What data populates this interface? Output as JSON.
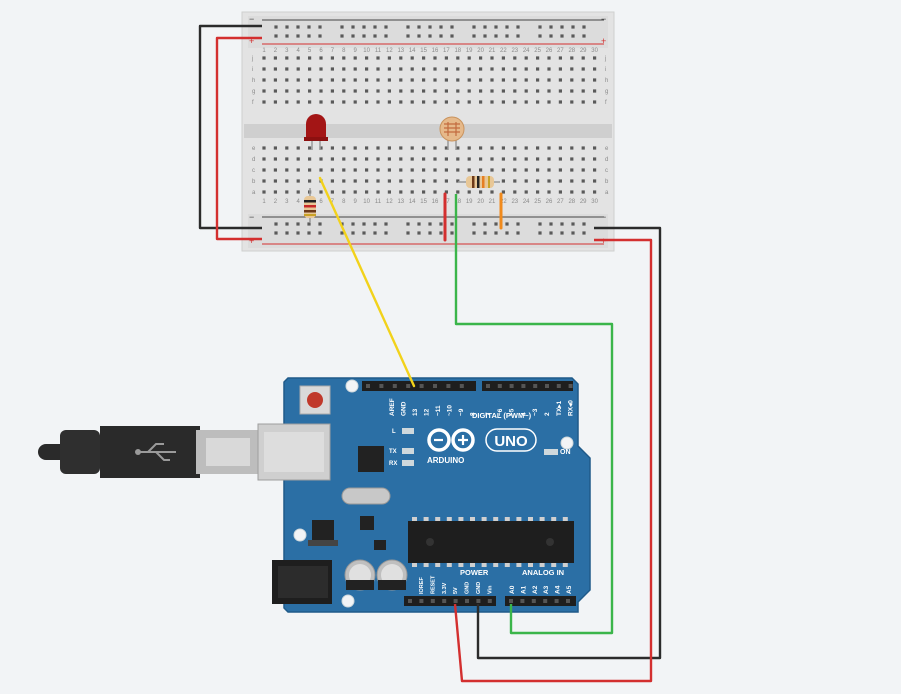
{
  "breadboard": {
    "rail_plus": "+",
    "rail_minus": "−",
    "row_letters_top": [
      "j",
      "i",
      "h",
      "g",
      "f"
    ],
    "row_letters_bottom": [
      "e",
      "d",
      "c",
      "b",
      "a"
    ],
    "column_count": 30
  },
  "arduino": {
    "brand": "ARDUINO",
    "model": "UNO",
    "digital_header_label": "DIGITAL (PWM~)",
    "digital_pins_left": [
      "AREF",
      "GND",
      "13",
      "12",
      "~11",
      "~10",
      "~9",
      "8"
    ],
    "digital_pins_right": [
      "7",
      "~6",
      "~5",
      "4",
      "~3",
      "2",
      "TX▸1",
      "RX◂0"
    ],
    "led_labels": [
      "L",
      "TX",
      "RX"
    ],
    "on_label": "ON",
    "power_header_label": "POWER",
    "power_pins": [
      "IOREF",
      "RESET",
      "3.3V",
      "5V",
      "GND",
      "GND",
      "Vin"
    ],
    "analog_header_label": "ANALOG IN",
    "analog_pins": [
      "A0",
      "A1",
      "A2",
      "A3",
      "A4",
      "A5"
    ]
  },
  "wires": {
    "colors": {
      "red": "#d32f2f",
      "black": "#2b2b2b",
      "yellow": "#f2d21b",
      "green": "#3bb54a",
      "orange": "#f08a1c"
    }
  }
}
